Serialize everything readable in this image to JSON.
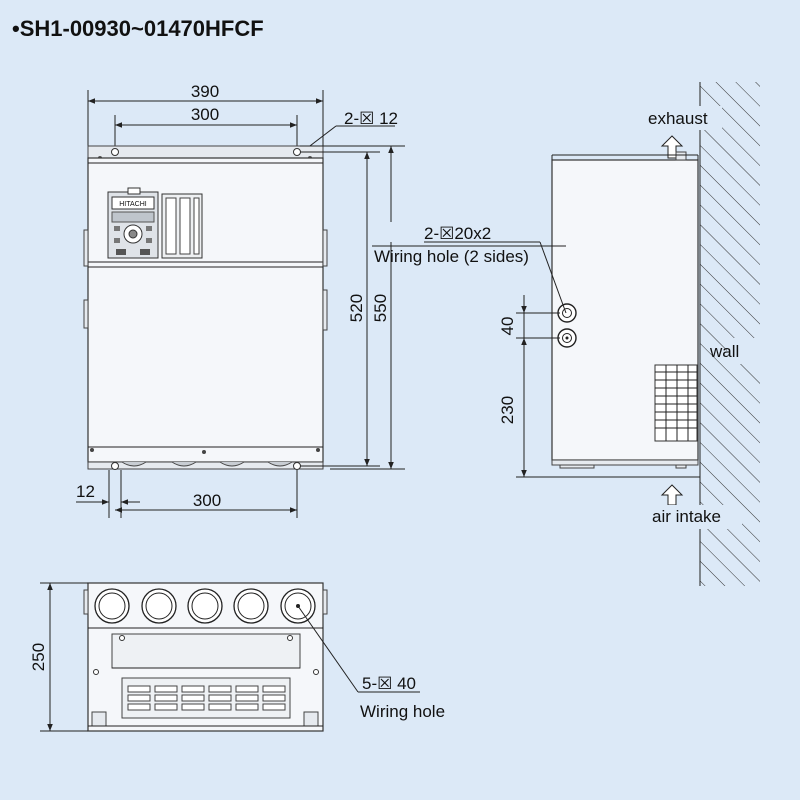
{
  "title": "•SH1-00930~01470HFCF",
  "front": {
    "dim_width_outer": "390",
    "dim_width_inner": "300",
    "dim_hole": "2-☒ 12",
    "dim_height_outer": "550",
    "dim_height_inner": "520",
    "dim_bottom_offset": "12",
    "dim_bottom_pitch": "300"
  },
  "side": {
    "exhaust_label": "exhaust",
    "air_intake_label": "air intake",
    "wall_label": "wall",
    "wiring_dim": "2-☒20x2",
    "wiring_label": "Wiring hole (2 sides)",
    "dim_pitch": "40",
    "dim_height": "230"
  },
  "bottom": {
    "dim_depth": "250",
    "wiring_dim": "5-☒ 40",
    "wiring_label": "Wiring hole"
  },
  "colors": {
    "background": "#dce9f7",
    "line": "#222222",
    "body": "#f5f7fa"
  }
}
